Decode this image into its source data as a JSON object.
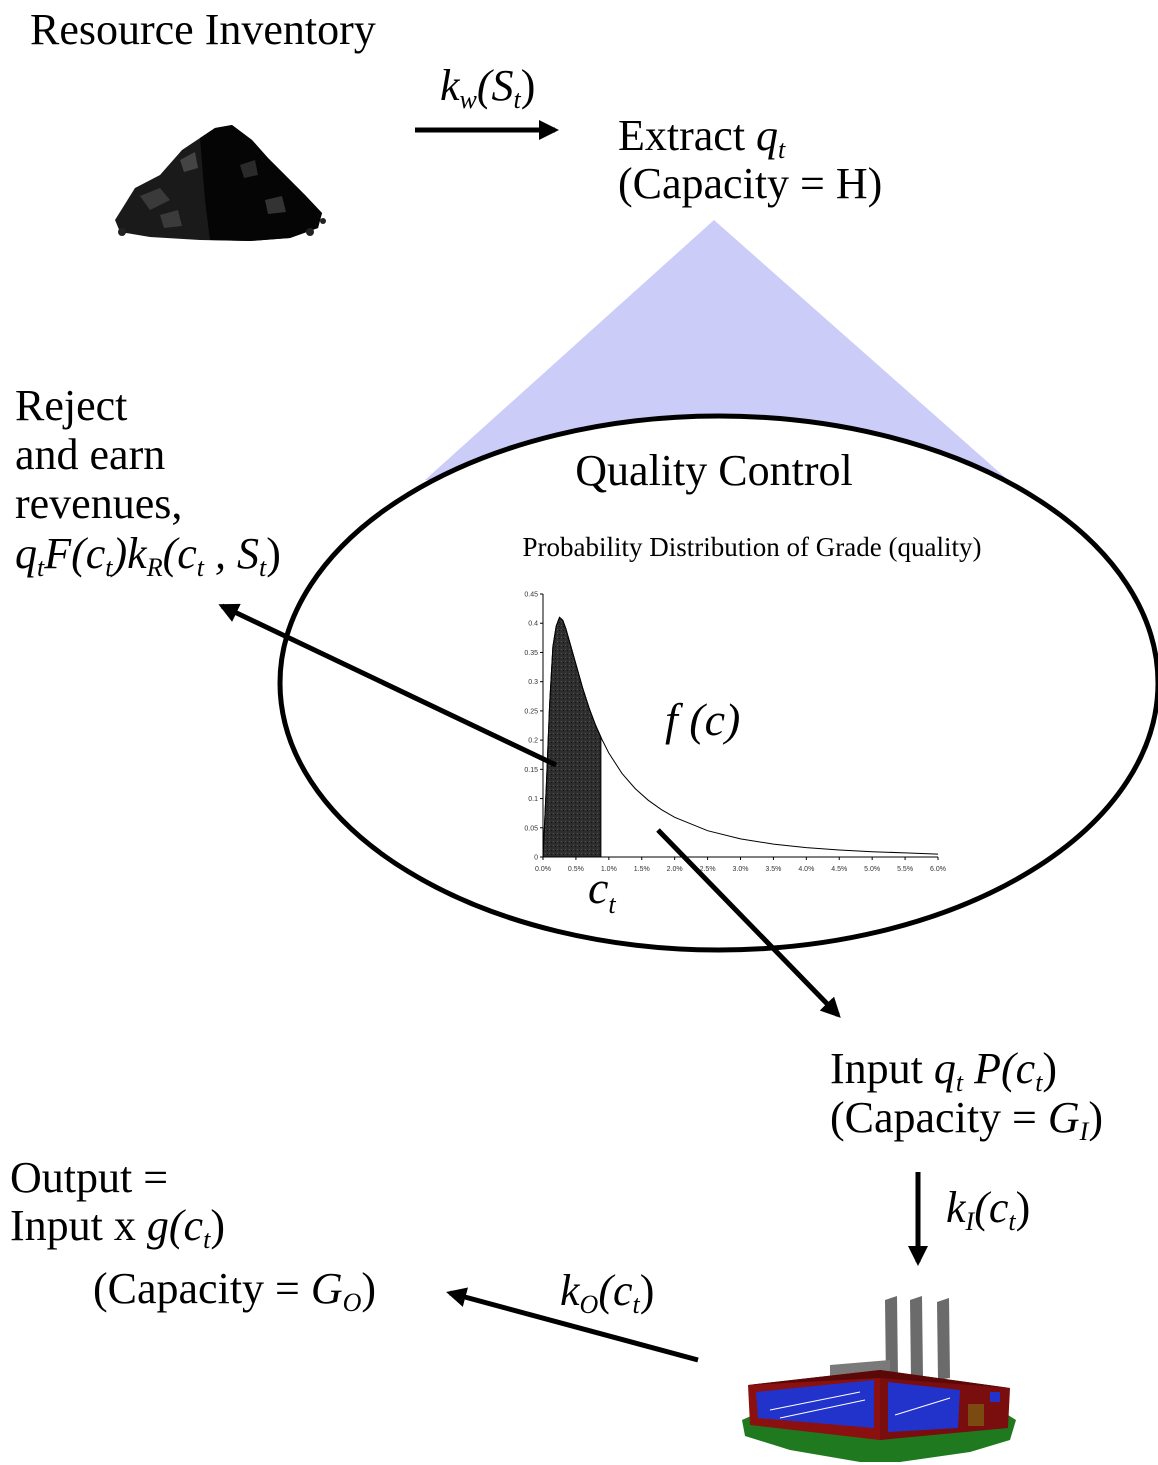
{
  "resource_inventory": {
    "title": "Resource Inventory"
  },
  "arrow_labels": {
    "kw": {
      "k": "k",
      "sub": "w",
      "open": "(S",
      "sub2": "t",
      "close": ")"
    },
    "kI": {
      "k": "k",
      "sub": "I",
      "open": "(c",
      "sub2": "t",
      "close": ")"
    },
    "kO": {
      "k": "k",
      "sub": "O",
      "open": "(c",
      "sub2": "t",
      "close": ")"
    }
  },
  "extract": {
    "line1_text": "Extract ",
    "line1_var": "q",
    "line1_sub": "t",
    "line2": "(Capacity = H)"
  },
  "reject": {
    "line1": "Reject",
    "line2": "and earn",
    "line3": "revenues,",
    "f_q": "q",
    "f_q_sub": "t",
    "f_F": "F(c",
    "f_F_sub": "t",
    "f_k": ")k",
    "f_k_sub": "R",
    "f_c": "(c",
    "f_c_sub": "t",
    "f_S": " , S",
    "f_S_sub": "t",
    "f_close": ")"
  },
  "quality_control": {
    "title": "Quality Control",
    "subtitle": "Probability Distribution of Grade (quality)",
    "fc_label": "f (c)",
    "ct_var": "c",
    "ct_sub": "t"
  },
  "input_block": {
    "line1_text": "Input ",
    "line1_q": "q",
    "line1_q_sub": "t",
    "line1_P": " P(c",
    "line1_P_sub": "t",
    "line1_close": ")",
    "line2_text": "(Capacity = ",
    "line2_var": "G",
    "line2_sub": "I",
    "line2_close": ")"
  },
  "output_block": {
    "line1": "Output =",
    "line2_text": "Input x ",
    "line2_g": "g(c",
    "line2_sub": "t",
    "line2_close": ")",
    "line3_text": "(Capacity = ",
    "line3_var": "G",
    "line3_sub": "O",
    "line3_close": ")"
  },
  "colors": {
    "cone": "#ccccf8",
    "shade": "#333333",
    "factory_wall": "#8b1010",
    "factory_glass": "#2233cc",
    "ground": "#1f7a1f"
  },
  "chart_data": {
    "type": "area",
    "title": "",
    "xlabel": "",
    "ylabel": "",
    "xlim": [
      0.0,
      6.0
    ],
    "ylim": [
      0,
      0.45
    ],
    "x_ticks": [
      "0.0%",
      "0.5%",
      "1.0%",
      "1.5%",
      "2.0%",
      "2.5%",
      "3.0%",
      "3.5%",
      "4.0%",
      "4.5%",
      "5.0%",
      "5.5%",
      "6.0%"
    ],
    "y_ticks": [
      "0",
      "0.05",
      "0.1",
      "0.15",
      "0.2",
      "0.25",
      "0.3",
      "0.35",
      "0.4",
      "0.45"
    ],
    "series": [
      {
        "x": [
          0.0,
          0.05,
          0.1,
          0.15,
          0.2,
          0.25,
          0.3,
          0.35,
          0.4,
          0.5,
          0.6,
          0.7,
          0.8,
          0.9,
          1.0,
          1.2,
          1.4,
          1.6,
          1.8,
          2.0,
          2.5,
          3.0,
          3.5,
          4.0,
          4.5,
          5.0,
          5.5,
          6.0
        ],
        "values": [
          0.0,
          0.12,
          0.26,
          0.36,
          0.395,
          0.41,
          0.405,
          0.39,
          0.37,
          0.33,
          0.29,
          0.255,
          0.225,
          0.2,
          0.178,
          0.143,
          0.117,
          0.097,
          0.081,
          0.068,
          0.045,
          0.031,
          0.022,
          0.016,
          0.012,
          0.009,
          0.007,
          0.005
        ]
      }
    ],
    "shaded_until_x": 0.88
  }
}
